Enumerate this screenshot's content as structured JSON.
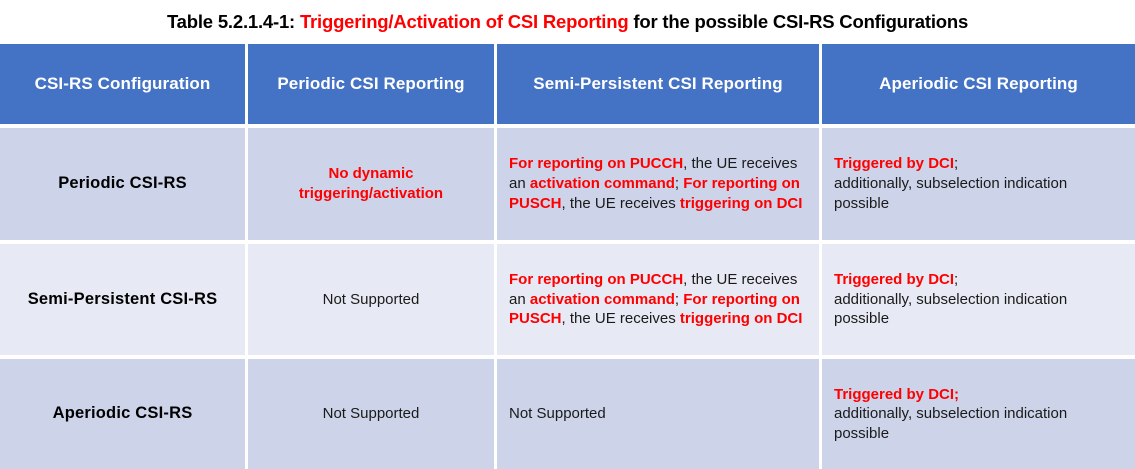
{
  "title": {
    "prefix": "Table 5.2.1.4-1: ",
    "highlight": "Triggering/Activation of CSI Reporting",
    "suffix": " for the possible CSI-RS Configurations"
  },
  "colors": {
    "header_background": "#4472C4",
    "header_text": "#FFFFFF",
    "row_shade_dark": "#CDD4EA",
    "row_shade_light": "#E7EAF4",
    "emphasis_red": "#FF0000",
    "body_text": "#1A1A1A",
    "page_background": "#FFFFFF"
  },
  "table": {
    "headers": [
      "CSI-RS Configuration",
      "Periodic CSI Reporting",
      "Semi-Persistent CSI Reporting",
      "Aperiodic CSI Reporting"
    ],
    "rows": [
      {
        "config": "Periodic CSI-RS",
        "periodic": {
          "line1": "No dynamic",
          "line2": "triggering/activation"
        },
        "semi_persistent": {
          "s1": "For reporting on PUCCH",
          "s2": ", the UE receives an ",
          "s3": "activation command",
          "s4": "; ",
          "s5": "For reporting on PUSCH",
          "s6": ", the UE receives ",
          "s7": "triggering on DCI"
        },
        "aperiodic": {
          "a1": "Triggered by DCI",
          "a2": ";",
          "a3": "additionally, subselection indication possible"
        }
      },
      {
        "config": "Semi-Persistent CSI-RS",
        "periodic": {
          "text": "Not Supported"
        },
        "semi_persistent": {
          "s1": "For reporting on PUCCH",
          "s2": ", the UE receives an ",
          "s3": "activation command",
          "s4": "; ",
          "s5": "For reporting on PUSCH",
          "s6": ", the UE receives ",
          "s7": "triggering on DCI"
        },
        "aperiodic": {
          "a1": "Triggered by DCI",
          "a2": ";",
          "a3": "additionally, subselection indication possible"
        }
      },
      {
        "config": "Aperiodic CSI-RS",
        "periodic": {
          "text": "Not Supported"
        },
        "semi_persistent": {
          "text": "Not Supported"
        },
        "aperiodic": {
          "a1": "Triggered by DCI;",
          "a2": "",
          "a3": "additionally, subselection indication possible"
        }
      }
    ]
  }
}
